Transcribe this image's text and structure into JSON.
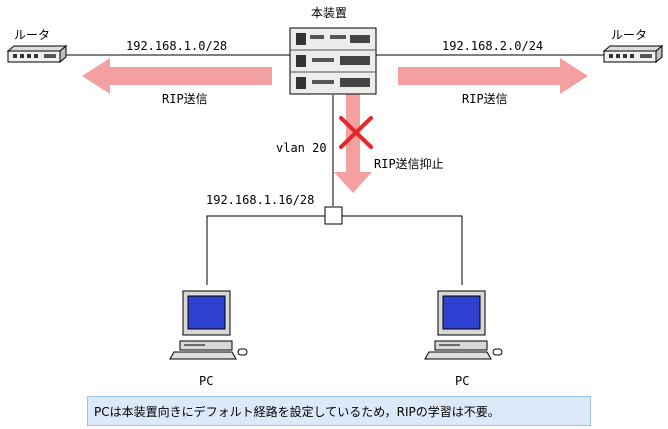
{
  "diagram": {
    "device_title": "本装置",
    "router_left_label": "ルータ",
    "router_right_label": "ルータ",
    "net_left": "192.168.1.0/28",
    "net_right": "192.168.2.0/24",
    "rip_left": "RIP送信",
    "rip_right": "RIP送信",
    "vlan_label": "vlan 20",
    "rip_suppress": "RIP送信抑止",
    "net_bottom": "192.168.1.16/28",
    "pc_left_label": "PC",
    "pc_right_label": "PC",
    "note": "PCは本装置向きにデフォルト経路を設定しているため，RIPの学習は不要。",
    "colors": {
      "arrow": "#f4a0a0",
      "cross": "#e8262a",
      "note_bg": "#dbe9f8",
      "pc_screen": "#2f3fd0"
    }
  }
}
